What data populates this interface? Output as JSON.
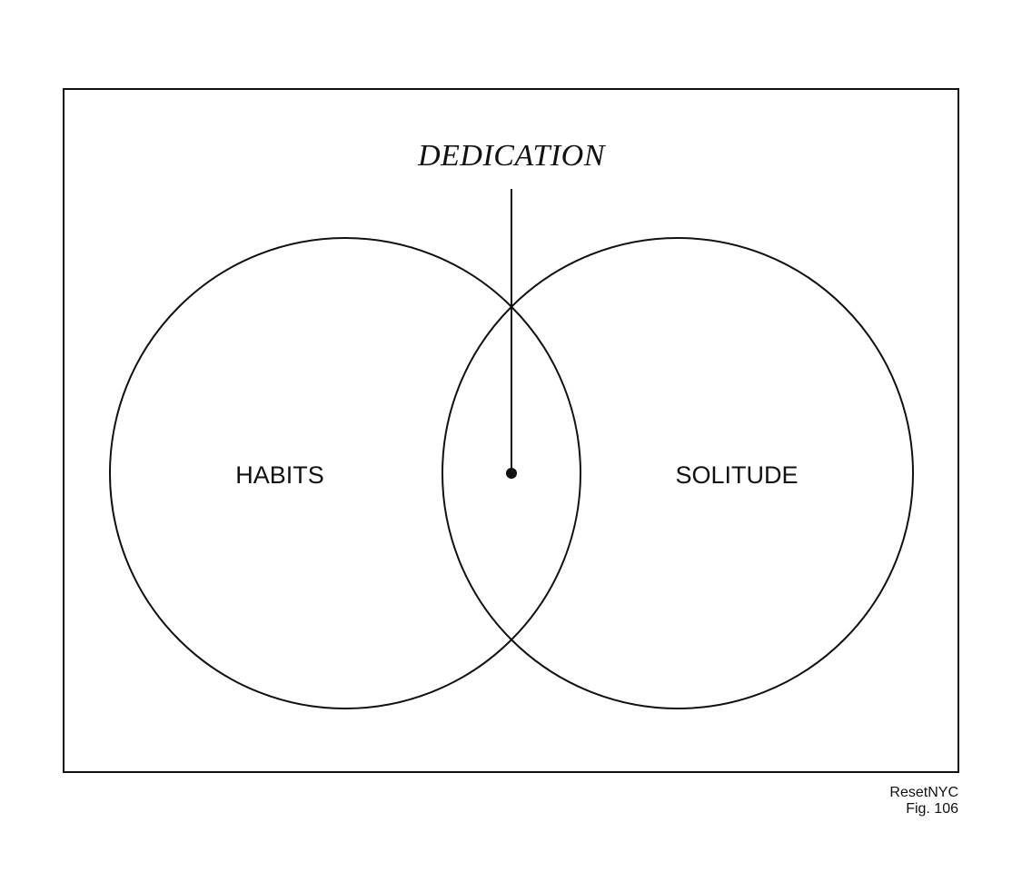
{
  "diagram": {
    "type": "venn",
    "sets": [
      {
        "id": "left",
        "label": "HABITS"
      },
      {
        "id": "right",
        "label": "SOLITUDE"
      }
    ],
    "intersection": {
      "label": "DEDICATION"
    }
  },
  "credit": {
    "source": "ResetNYC",
    "figure": "Fig. 106"
  },
  "colors": {
    "ink": "#111111",
    "background": "#ffffff"
  }
}
